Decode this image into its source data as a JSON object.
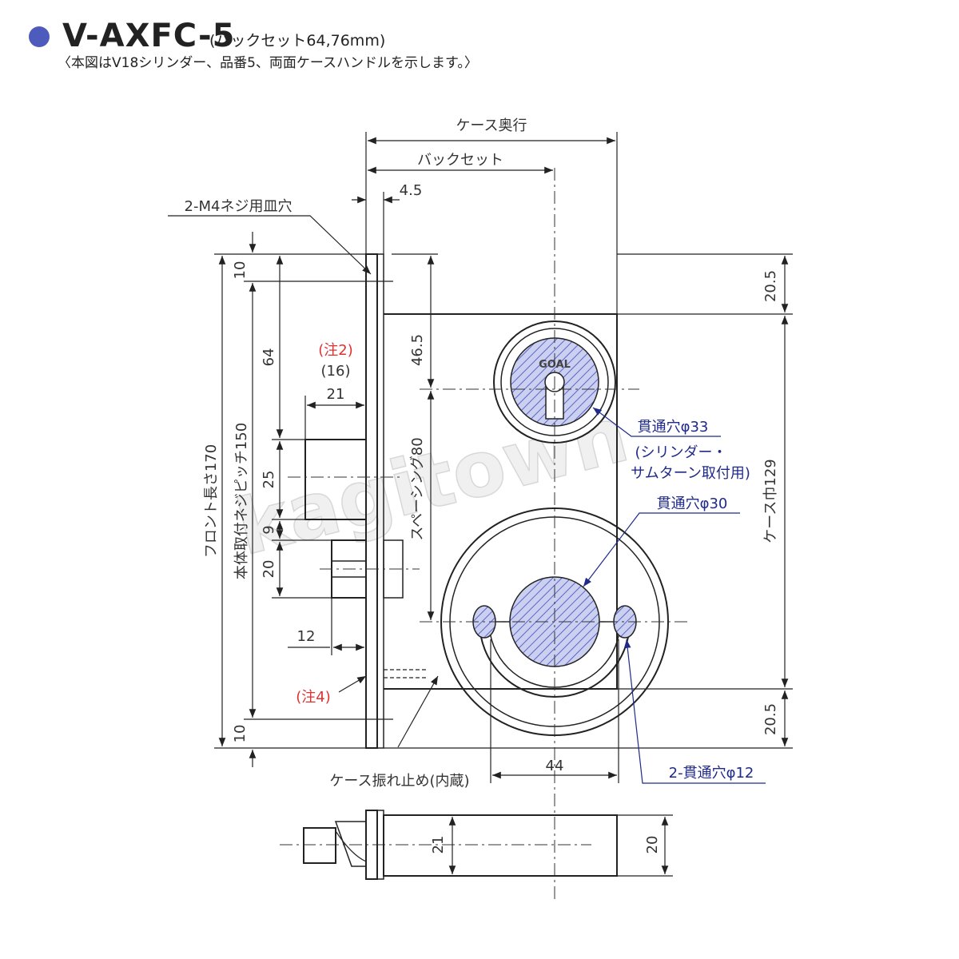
{
  "header": {
    "title": "V-AXFC-5",
    "subtitle": "(バックセット64,76mm)",
    "note": "〈本図はV18シリンダー、品番5、両面ケースハンドルを示します。〉"
  },
  "labels": {
    "case_depth": "ケース奥行",
    "backset": "バックセット",
    "dim_4_5": "4.5",
    "m4_holes": "2-M4ネジ用皿穴",
    "dim_10_top": "10",
    "dim_64": "64",
    "note2": "(注2)",
    "dim_16": "(16)",
    "dim_21_top": "21",
    "dim_25": "25",
    "dim_9": "9",
    "dim_20_left": "20",
    "dim_12": "12",
    "note4": "(注4)",
    "dim_10_bottom": "10",
    "front_length": "フロント長さ170",
    "mount_pitch": "本体取付ネジピッチ150",
    "dim_46_5": "46.5",
    "spacing": "スペーシング80",
    "hole_33": "貫通穴φ33",
    "hole_33_note1": "(シリンダー・",
    "hole_33_note2": "サムターン取付用)",
    "hole_30": "貫通穴φ30",
    "dim_20_5_top": "20.5",
    "case_width": "ケース巾129",
    "dim_20_5_bottom": "20.5",
    "dim_44": "44",
    "hole_12": "2-貫通穴φ12",
    "case_stopper": "ケース振れ止め(内蔵)",
    "dim_21_bottom": "21",
    "dim_20_bottom": "20",
    "brand": "GOAL",
    "watermark": "kagitown"
  }
}
